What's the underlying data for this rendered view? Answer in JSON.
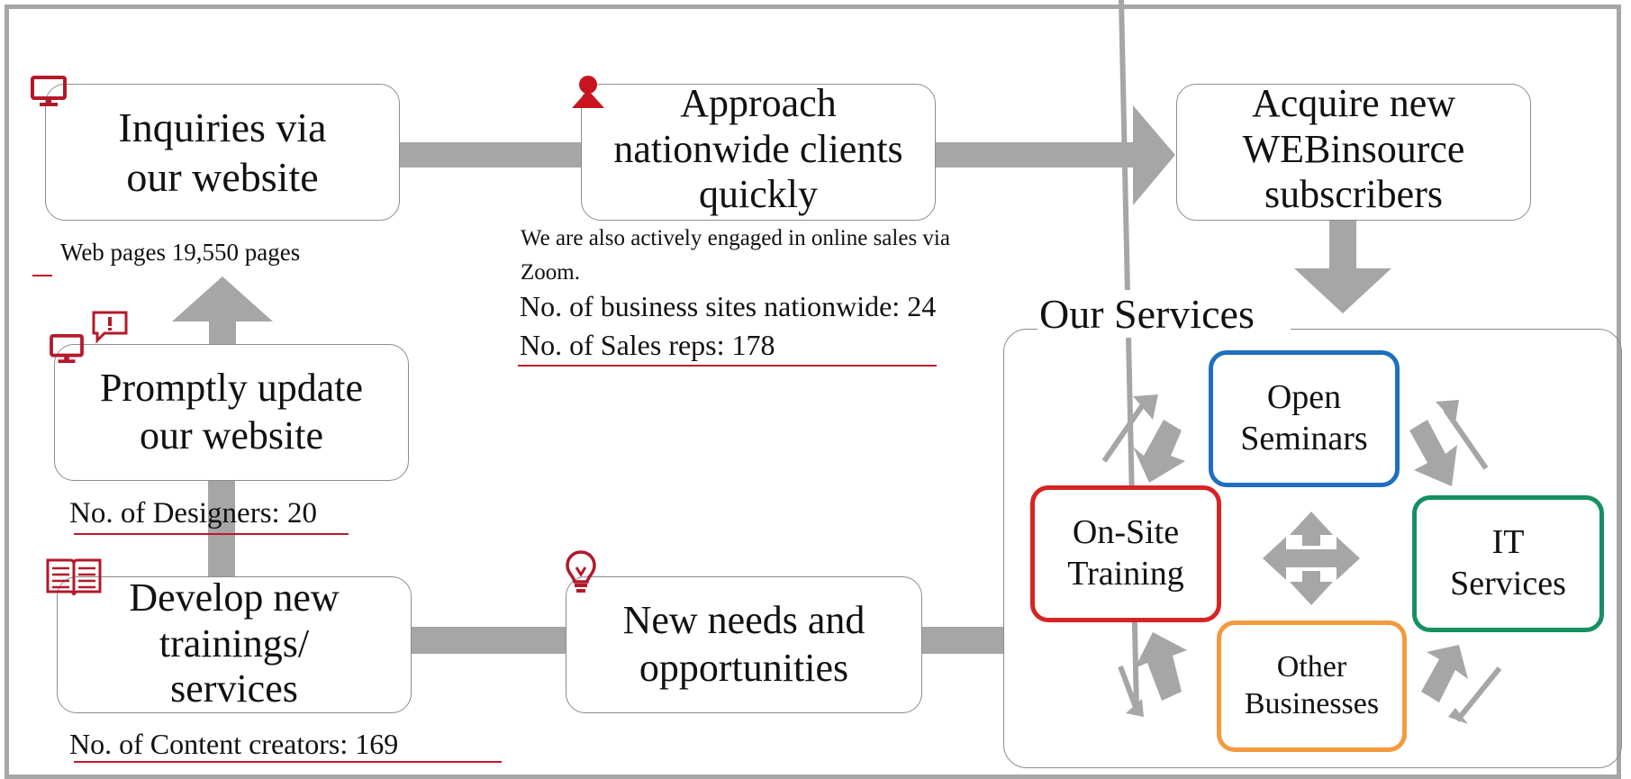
{
  "flow": {
    "inquiries": "Inquiries via our website",
    "approach": "Approach nationwide clients quickly",
    "acquire": "Acquire new WEBinsource subscribers",
    "update": "Promptly update our website",
    "develop": "Develop new trainings/ services",
    "needs": "New needs and opportunities"
  },
  "stats": {
    "web_pages": "Web pages   19,550 pages",
    "zoom_note": "We are also actively engaged in online sales via Zoom.",
    "sites": "No. of business sites nationwide: 24",
    "sales_reps": "No. of Sales reps: 178",
    "designers": "No. of Designers: 20",
    "content_creators": "No. of Content creators: 169"
  },
  "services": {
    "title": "Our Services",
    "open_seminars": "Open Seminars",
    "onsite": "On-Site Training",
    "it": "IT Services",
    "other": "Other Businesses"
  },
  "colors": {
    "connector": "#a6a6a6",
    "accent_red": "#c0192b",
    "open_seminars": "#1f6fbf",
    "onsite": "#d62424",
    "it": "#169061",
    "other": "#f39a3e"
  },
  "icons": [
    "monitor-icon",
    "person-icon",
    "chat-alert-icon",
    "book-icon",
    "lightbulb-icon"
  ]
}
